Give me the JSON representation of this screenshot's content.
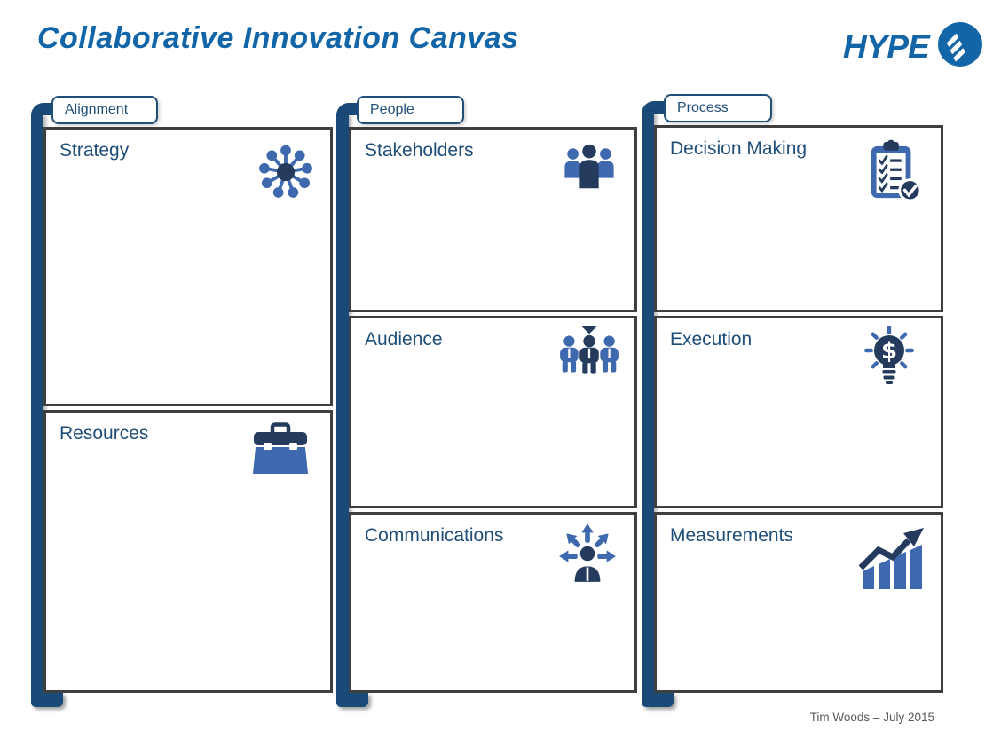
{
  "title": "Collaborative Innovation Canvas",
  "logo": {
    "text": "HYPE"
  },
  "footer": "Tim Woods – July 2015",
  "icons": {
    "dollar_sign": "$"
  },
  "colors": {
    "brand_blue": "#1265A7",
    "dark_blue": "#1F4E79",
    "bracket_blue": "#1A4A77",
    "box_border": "#3F3F3F",
    "icon_mid_blue": "#3E69AE",
    "icon_navy": "#243B5E",
    "footer_gray": "#595959"
  },
  "columns": [
    {
      "tab": "Alignment",
      "boxes": [
        {
          "label": "Strategy",
          "icon": "hub-network-icon"
        },
        {
          "label": "Resources",
          "icon": "toolbox-icon"
        }
      ]
    },
    {
      "tab": "People",
      "boxes": [
        {
          "label": "Stakeholders",
          "icon": "people-group-icon"
        },
        {
          "label": "Audience",
          "icon": "audience-target-icon"
        },
        {
          "label": "Communications",
          "icon": "broadcast-person-icon"
        }
      ]
    },
    {
      "tab": "Process",
      "boxes": [
        {
          "label": "Decision Making",
          "icon": "checklist-clipboard-icon"
        },
        {
          "label": "Execution",
          "icon": "dollar-lightbulb-icon"
        },
        {
          "label": "Measurements",
          "icon": "growth-chart-icon"
        }
      ]
    }
  ]
}
